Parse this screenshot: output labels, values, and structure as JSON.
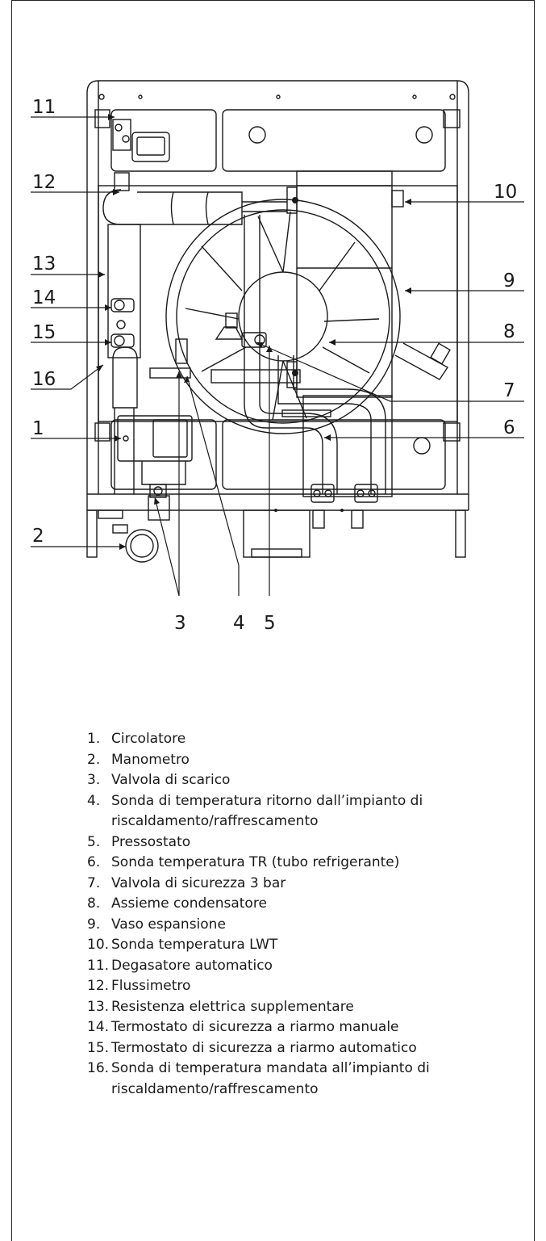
{
  "callouts": {
    "c1": "1",
    "c2": "2",
    "c3": "3",
    "c4": "4",
    "c5": "5",
    "c6": "6",
    "c7": "7",
    "c8": "8",
    "c9": "9",
    "c10": "10",
    "c11": "11",
    "c12": "12",
    "c13": "13",
    "c14": "14",
    "c15": "15",
    "c16": "16"
  },
  "legend": [
    {
      "num": "1.",
      "text": "Circolatore"
    },
    {
      "num": "2.",
      "text": "Manometro"
    },
    {
      "num": "3.",
      "text": "Valvola di scarico"
    },
    {
      "num": "4.",
      "text": "Sonda di temperatura ritorno dall’impianto di riscaldamento/raffrescamento"
    },
    {
      "num": "5.",
      "text": "Pressostato"
    },
    {
      "num": "6.",
      "text": "Sonda temperatura TR (tubo refrigerante)"
    },
    {
      "num": "7.",
      "text": "Valvola di sicurezza 3 bar"
    },
    {
      "num": "8.",
      "text": "Assieme condensatore"
    },
    {
      "num": "9.",
      "text": "Vaso espansione"
    },
    {
      "num": "10.",
      "text": "Sonda temperatura LWT"
    },
    {
      "num": "11.",
      "text": "Degasatore automatico"
    },
    {
      "num": "12.",
      "text": "Flussimetro"
    },
    {
      "num": "13.",
      "text": "Resistenza elettrica supplementare"
    },
    {
      "num": "14.",
      "text": "Termostato di sicurezza a riarmo manuale"
    },
    {
      "num": "15.",
      "text": "Termostato di sicurezza a riarmo automatico"
    },
    {
      "num": "16.",
      "text": "Sonda di temperatura mandata all’impianto di riscaldamento/raffrescamento"
    }
  ]
}
